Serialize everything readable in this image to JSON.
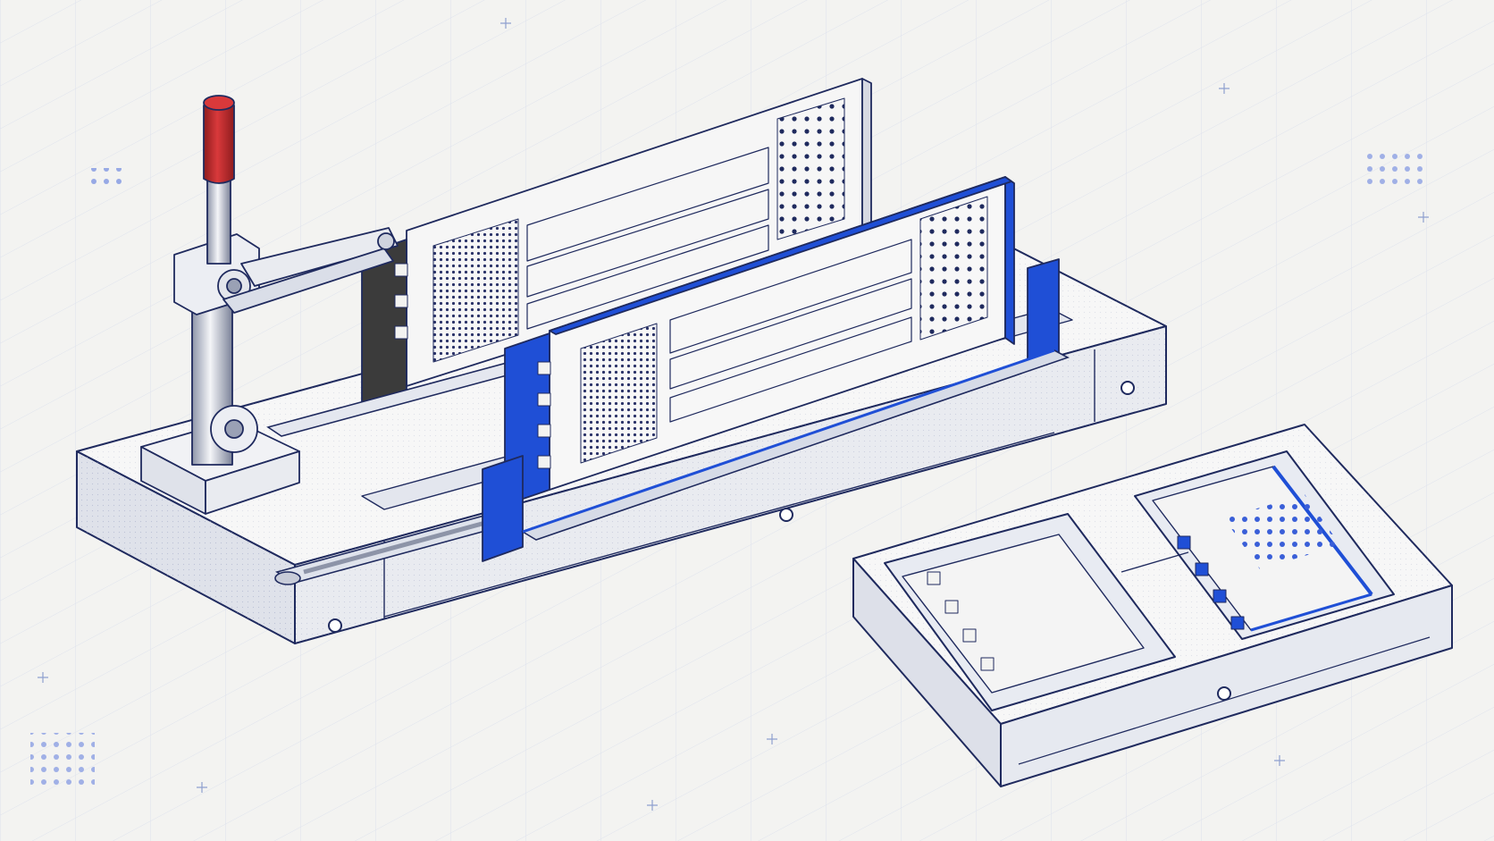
{
  "illustration": {
    "subject": "isometric-memory-module-clamping-fixture",
    "colors": {
      "background": "#f3f3f1",
      "grid_line": "#d6dbe8",
      "ink": "#1f2a5e",
      "blue_accent": "#1f4fd6",
      "dark_accent": "#3b3b3b",
      "red_handle": "#c0282a",
      "surface": "#f7f7f7",
      "surface_shade": "#e6e8ee",
      "surface_dark": "#d3d7e2"
    },
    "parts": {
      "toggle_clamp": {
        "handle_color": "red"
      },
      "back_module": {
        "clip_color": "dark-gray",
        "left_grid": "dense-dots",
        "right_grid": "dot-grid",
        "chip_rows": 3
      },
      "front_module": {
        "clip_color": "blue",
        "left_grid": "dense-dots",
        "right_grid": "dot-grid",
        "chip_rows": 3
      },
      "tray": {
        "pockets": 2,
        "right_pocket_part": "blue-edged-chip"
      }
    },
    "icons": [
      "crosshair-icon",
      "dot-pattern-icon"
    ]
  }
}
